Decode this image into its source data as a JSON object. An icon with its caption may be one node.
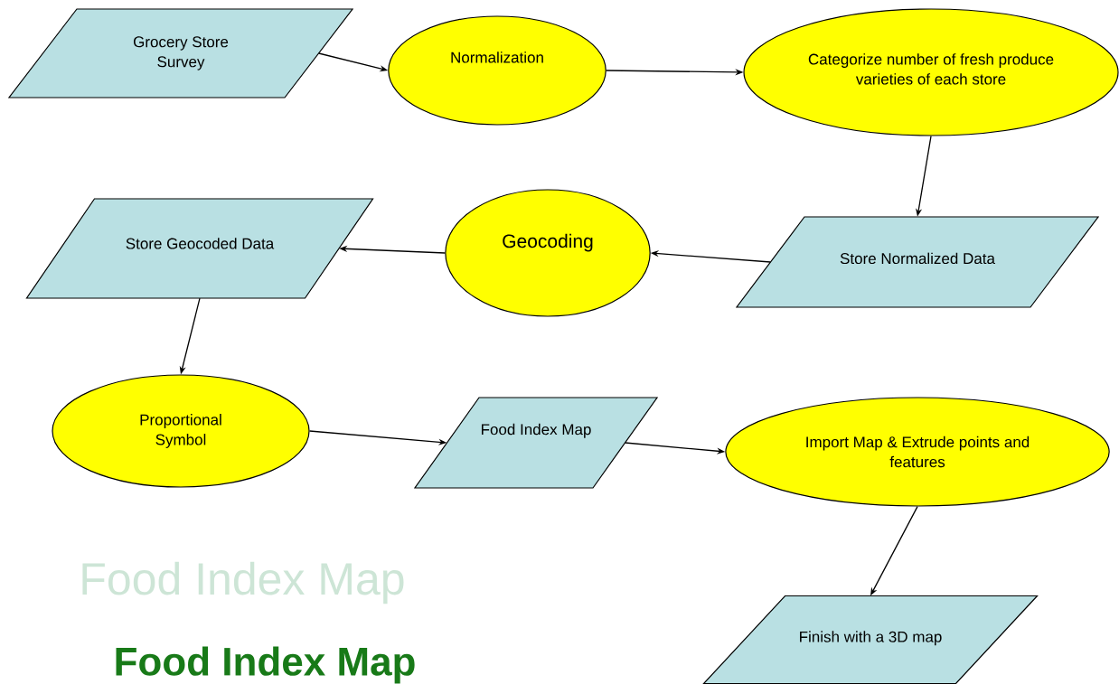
{
  "diagram": {
    "nodes": [
      {
        "text": [
          "Grocery Store Survey"
        ]
      },
      {
        "text": [
          "Normalization"
        ]
      },
      {
        "text": [
          "Categorize number of fresh produce varieties of each store"
        ]
      },
      {
        "text": [
          "Store Normalized Data"
        ]
      },
      {
        "text": [
          "Geocoding"
        ]
      },
      {
        "text": [
          "Store Geocoded Data"
        ]
      },
      {
        "text": [
          "Proportional Symbol"
        ]
      },
      {
        "text": [
          "Food Index Map"
        ]
      },
      {
        "text": [
          "Import Map & Extrude points and features"
        ]
      },
      {
        "text": [
          "Finish with a 3D map"
        ]
      }
    ],
    "edges": [
      {
        "from": 0,
        "to": 1,
        "arrow": "to"
      },
      {
        "from": 1,
        "to": 2,
        "arrow": "to"
      },
      {
        "from": 2,
        "to": 3,
        "arrow": "to"
      },
      {
        "from": 3,
        "to": 4,
        "arrow": "to"
      },
      {
        "from": 4,
        "to": 5,
        "arrow": "to"
      },
      {
        "from": 5,
        "to": 6,
        "arrow": "to"
      },
      {
        "from": 6,
        "to": 7,
        "arrow": "to"
      },
      {
        "from": 7,
        "to": 8,
        "arrow": "to"
      },
      {
        "from": 8,
        "to": 9,
        "arrow": "to"
      }
    ],
    "labels": [
      "Food Index Map",
      "Food Index Map"
    ]
  }
}
